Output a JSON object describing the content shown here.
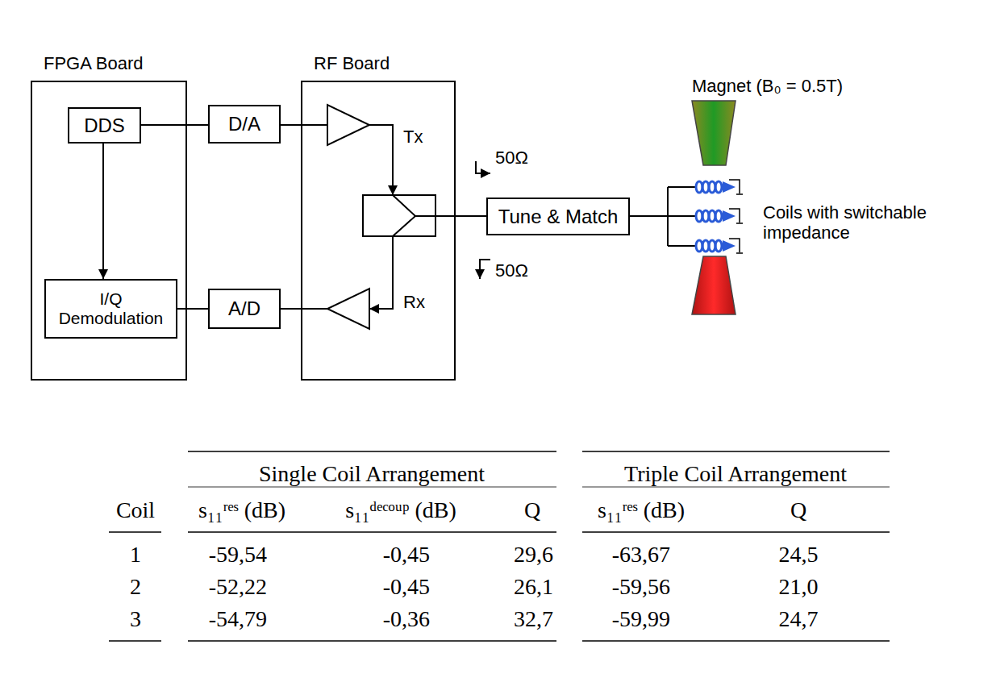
{
  "diagram": {
    "nodes": [
      {
        "text": [
          "FPGA Board"
        ]
      },
      {
        "text": [
          "DDS"
        ],
        "in": 0
      },
      {
        "text": [
          "I/Q Demodulation"
        ],
        "in": 0
      },
      {
        "text": [
          "D/A"
        ]
      },
      {
        "text": [
          "A/D"
        ]
      },
      {
        "text": [
          "RF Board"
        ]
      },
      {
        "text": [
          "Tune & Match"
        ]
      }
    ],
    "edges": [
      {
        "from": 1,
        "to": 3,
        "arrow": "none"
      },
      {
        "from": 1,
        "to": 2,
        "arrow": "to"
      },
      {
        "from": 4,
        "to": 2,
        "arrow": "none"
      },
      {
        "from": 3,
        "to": 5,
        "arrow": "none"
      },
      {
        "from": 5,
        "to": 4,
        "arrow": "none"
      },
      {
        "from": 5,
        "to": 6,
        "arrow": "none"
      }
    ],
    "labels": [
      "Tx",
      "Rx",
      "50Ω",
      "50Ω",
      "Magnet (B₀ = 0.5T)",
      "Coils with switchable impedance",
      "Single Coil Arrangement",
      "Triple Coil Arrangement",
      "Coil",
      "s₁₁ʳᵉˢ (dB)",
      "s₁₁ᵈᵉᶜᵒᵘᵖ (dB)",
      "Q",
      "s₁₁ʳᵉˢ (dB)",
      "Q",
      "1",
      "-59,54",
      "-0,45",
      "29,6",
      "-63,67",
      "24,5",
      "2",
      "-52,22",
      "-0,45",
      "26,1",
      "-59,56",
      "21,0",
      "3",
      "-54,79",
      "-0,36",
      "32,7",
      "-59,99",
      "24,7"
    ]
  }
}
